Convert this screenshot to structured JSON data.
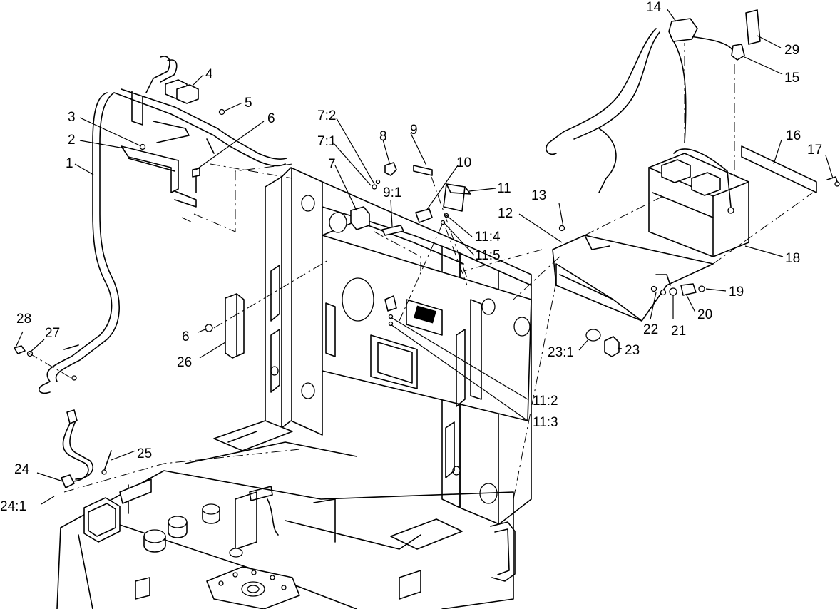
{
  "callouts": [
    {
      "id": "14",
      "label": "14"
    },
    {
      "id": "29",
      "label": "29"
    },
    {
      "id": "15",
      "label": "15"
    },
    {
      "id": "4",
      "label": "4"
    },
    {
      "id": "5",
      "label": "5"
    },
    {
      "id": "6a",
      "label": "6"
    },
    {
      "id": "3",
      "label": "3"
    },
    {
      "id": "2",
      "label": "2"
    },
    {
      "id": "1",
      "label": "1"
    },
    {
      "id": "7-2",
      "label": "7:2"
    },
    {
      "id": "7-1",
      "label": "7:1"
    },
    {
      "id": "7",
      "label": "7"
    },
    {
      "id": "8",
      "label": "8"
    },
    {
      "id": "9",
      "label": "9"
    },
    {
      "id": "9-1",
      "label": "9:1"
    },
    {
      "id": "10",
      "label": "10"
    },
    {
      "id": "11",
      "label": "11"
    },
    {
      "id": "11-4",
      "label": "11:4"
    },
    {
      "id": "11-5",
      "label": "11:5"
    },
    {
      "id": "12",
      "label": "12"
    },
    {
      "id": "13",
      "label": "13"
    },
    {
      "id": "16",
      "label": "16"
    },
    {
      "id": "17",
      "label": "17"
    },
    {
      "id": "18",
      "label": "18"
    },
    {
      "id": "19",
      "label": "19"
    },
    {
      "id": "20",
      "label": "20"
    },
    {
      "id": "21",
      "label": "21"
    },
    {
      "id": "22",
      "label": "22"
    },
    {
      "id": "23",
      "label": "23"
    },
    {
      "id": "23-1",
      "label": "23:1"
    },
    {
      "id": "6b",
      "label": "6"
    },
    {
      "id": "26",
      "label": "26"
    },
    {
      "id": "28",
      "label": "28"
    },
    {
      "id": "27",
      "label": "27"
    },
    {
      "id": "11-2",
      "label": "11:2"
    },
    {
      "id": "11-3",
      "label": "11:3"
    },
    {
      "id": "25",
      "label": "25"
    },
    {
      "id": "24",
      "label": "24"
    },
    {
      "id": "24-1",
      "label": "24:1"
    }
  ]
}
